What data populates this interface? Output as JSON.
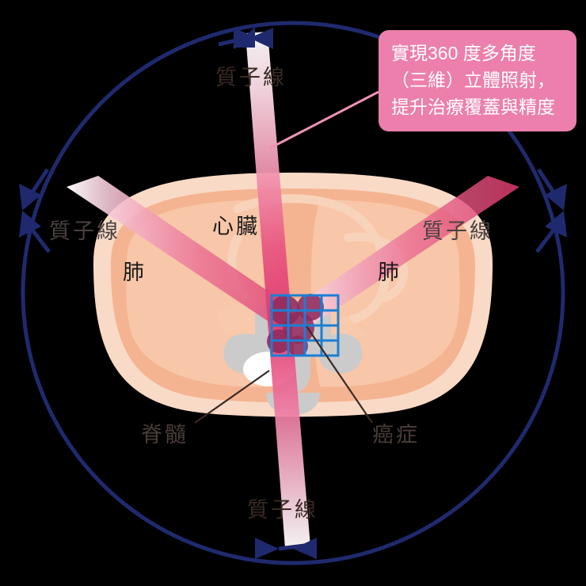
{
  "diagram": {
    "title": "Proton therapy 360-degree irradiation cross-section",
    "colors": {
      "background": "#000000",
      "circle_navy": "#1f2a6e",
      "beam_pink": "#e8537f",
      "beam_tip_white": "#ffffff",
      "body_outer": "#f7d3bc",
      "body_inner": "#f4b291",
      "tumor_magenta": "#8e2a5c",
      "grid_blue": "#1b7fd4",
      "spine_gray": "#c9c9c9",
      "spinal_cord_white": "#ffffff",
      "callout_pink": "#ec7fab",
      "callout_text": "#ffffff",
      "leader_line": "#3a2a24"
    }
  },
  "callout": {
    "name": "360-degree irradiation note",
    "lines": [
      "實現360 度多角度",
      "（三維）立體照射，",
      "提升治療覆蓋與精度"
    ]
  },
  "beams": [
    {
      "id": "top",
      "label": "質子線",
      "angle_deg": 0,
      "description": "vertical beam entering from top"
    },
    {
      "id": "bottom",
      "label": "質子線",
      "angle_deg": 180,
      "description": "vertical beam exiting at bottom"
    },
    {
      "id": "left",
      "label": "質子線",
      "angle_deg": 300,
      "description": "oblique beam from upper left"
    },
    {
      "id": "right",
      "label": "質子線",
      "angle_deg": 60,
      "description": "oblique beam from upper right"
    }
  ],
  "anatomy": [
    {
      "id": "heart",
      "label": "心臟"
    },
    {
      "id": "lung-left",
      "label": "肺"
    },
    {
      "id": "lung-right",
      "label": "肺"
    },
    {
      "id": "spinal-cord",
      "label": "脊髓"
    },
    {
      "id": "cancer",
      "label": "癌症"
    }
  ],
  "target_grid": {
    "rows": 4,
    "cols": 4,
    "color": "#1b7fd4",
    "description": "treatment field grid over tumor"
  },
  "rotation_indicator": {
    "description": "navy circle with paired arrowheads at top, bottom, left and right showing gantry rotation",
    "arrow_positions": [
      "top",
      "bottom",
      "left",
      "right"
    ]
  }
}
